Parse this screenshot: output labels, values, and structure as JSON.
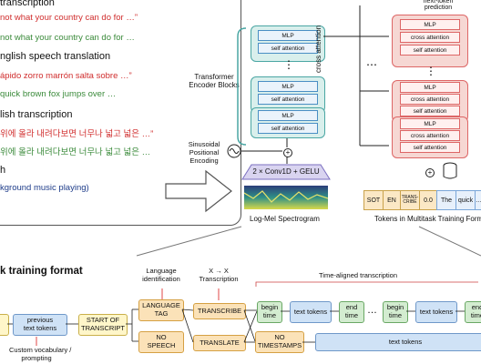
{
  "left_panel": {
    "lines": [
      {
        "text": "transcription",
        "style": "section"
      },
      {
        "text": "not what your country can do for …”",
        "style": "red"
      },
      {
        "text": "not what your country can do for …",
        "style": "grn"
      },
      {
        "text": "nglish speech translation",
        "style": "section"
      },
      {
        "text": "ápido zorro marrón salta sobre …”",
        "style": "red"
      },
      {
        "text": "quick brown fox jumps over …",
        "style": "grn"
      },
      {
        "text": "lish transcription",
        "style": "section"
      },
      {
        "text": "위에 올라 내려다보면 너무나 넓고 넓은 …”",
        "style": "red"
      },
      {
        "text": "위에 올라 내려다보면 너무나 넓고 넓은 …",
        "style": "grn"
      },
      {
        "text": "h",
        "style": "section"
      },
      {
        "text": "kground music playing)",
        "style": "blu"
      }
    ]
  },
  "encoder": {
    "label": "Transformer\nEncoder Blocks",
    "layers": [
      "MLP",
      "self attention",
      "MLP",
      "self attention",
      "MLP",
      "self attention"
    ],
    "dots": "⋮",
    "pos_enc_label": "Sinusoidal\nPositional\nEncoding",
    "conv_label": "2 × Conv1D + GELU",
    "spectrogram_label": "Log-Mel Spectrogram"
  },
  "decoder": {
    "cross_attention_label": "cross attention",
    "dots_h": "⋯",
    "dots_v": "⋮",
    "layers": [
      "MLP",
      "cross attention",
      "self attention",
      "MLP",
      "cross attention",
      "self attention",
      "MLP",
      "cross attention",
      "self attention"
    ],
    "next_token_label": "next-token\nprediction",
    "tokens": [
      "SOT",
      "EN",
      "TRANS-\nCRIBE",
      "0.0",
      "The",
      "quick",
      "…"
    ],
    "tokens_label": "Tokens in Multitask Training Format"
  },
  "format": {
    "title": "k training format",
    "language_identification": "Language\nidentification",
    "x_to_x": "X → X\nTranscription",
    "time_aligned": "Time-aligned transcription",
    "custom_vocab": "Custom vocabulary /\nprompting",
    "previous_tokens": "previous\ntext tokens",
    "start_of_transcript": "START OF\nTRANSCRIPT",
    "language_tag": "LANGUAGE\nTAG",
    "no_speech": "NO\nSPEECH",
    "transcribe": "TRANSCRIBE",
    "translate": "TRANSLATE",
    "no_timestamps": "NO\nTIMESTAMPS",
    "begin_time": "begin\ntime",
    "text_tokens": "text tokens",
    "end_time": "end\ntime",
    "ellipsis": "…"
  }
}
